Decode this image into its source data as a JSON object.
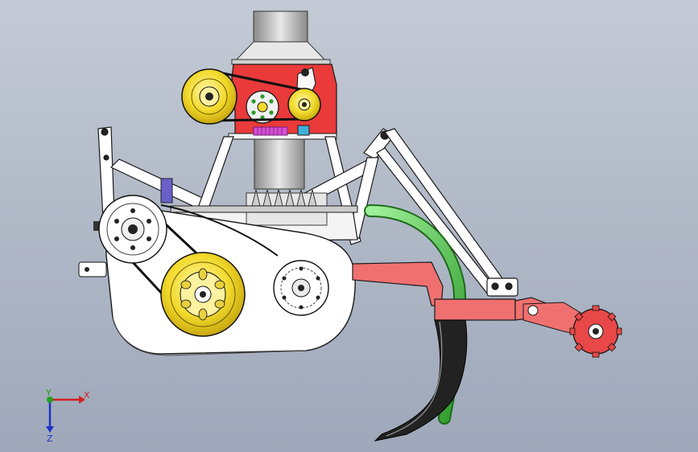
{
  "viewport": {
    "background_top": "#c4cbd6",
    "background_bottom": "#9ea8ba"
  },
  "colors": {
    "frame": "#ffffff",
    "outline": "#1a1a1a",
    "hopper_red": "#ea3a3a",
    "pulley_yellow": "#f2da2c",
    "seed_tube_green": "#4fc94a",
    "opener_red": "#f07070",
    "press_wheel_red": "#e84848",
    "steel_grey": "#c8c8c8",
    "dark_blade": "#222222",
    "spring_magenta": "#d44fd4"
  },
  "triad": {
    "x_label": "X",
    "y_label": "Y",
    "z_label": "Z",
    "x_color": "#d42020",
    "y_color": "#20a020",
    "z_color": "#2030c8"
  }
}
